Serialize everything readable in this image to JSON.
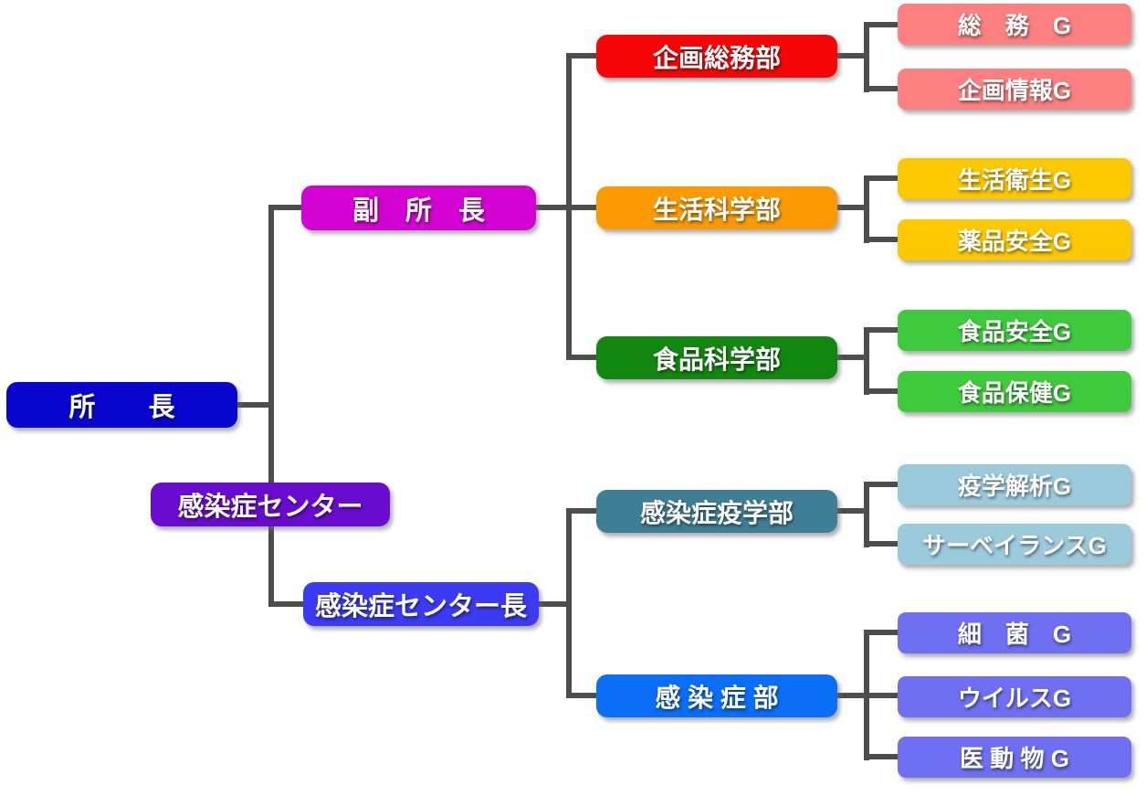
{
  "org_chart": {
    "background_color": "#FFFFFF",
    "connector_color": "#4D4D4D",
    "text_color": "#FFFFFF",
    "nodes": {
      "director": {
        "label": "所　　長",
        "color": "#0806CE"
      },
      "deputy_director": {
        "label": "副　所　長",
        "color": "#D203D2"
      },
      "infectious_disease_center": {
        "label": "感染症センター",
        "color": "#6A0BD0"
      },
      "infectious_disease_center_head": {
        "label": "感染症センター長",
        "color": "#3A3BF2"
      },
      "dept_planning_general_affairs": {
        "label": "企画総務部",
        "color": "#F60606"
      },
      "dept_life_science": {
        "label": "生活科学部",
        "color": "#FB9A02"
      },
      "dept_food_science": {
        "label": "食品科学部",
        "color": "#12870F"
      },
      "dept_infectious_disease_epidemiology": {
        "label": "感染症疫学部",
        "color": "#3E7F96"
      },
      "dept_infectious_disease": {
        "label": "感 染 症 部",
        "color": "#0A6EF6"
      },
      "group_general_affairs": {
        "label": "総　務　G",
        "color": "#FC8080"
      },
      "group_planning_information": {
        "label": "企画情報G",
        "color": "#FC8080"
      },
      "group_living_hygiene": {
        "label": "生活衛生G",
        "color": "#FCC800"
      },
      "group_drug_safety": {
        "label": "薬品安全G",
        "color": "#FCC800"
      },
      "group_food_safety": {
        "label": "食品安全G",
        "color": "#3FC93C"
      },
      "group_food_health": {
        "label": "食品保健G",
        "color": "#3FC93C"
      },
      "group_epidemiological_analysis": {
        "label": "疫学解析G",
        "color": "#9CCADD"
      },
      "group_surveillance": {
        "label": "サーベイランスG",
        "color": "#9CCADD"
      },
      "group_bacteriology": {
        "label": "細　菌　G",
        "color": "#6F6FF2"
      },
      "group_virology": {
        "label": "ウイルスG",
        "color": "#6F6FF2"
      },
      "group_medical_zoology": {
        "label": "医 動 物 G",
        "color": "#6F6FF2"
      }
    },
    "hierarchy": {
      "director": {
        "deputy_director": {
          "dept_planning_general_affairs": [
            "group_general_affairs",
            "group_planning_information"
          ],
          "dept_life_science": [
            "group_living_hygiene",
            "group_drug_safety"
          ],
          "dept_food_science": [
            "group_food_safety",
            "group_food_health"
          ]
        },
        "infectious_disease_center": {},
        "infectious_disease_center_head": {
          "dept_infectious_disease_epidemiology": [
            "group_epidemiological_analysis",
            "group_surveillance"
          ],
          "dept_infectious_disease": [
            "group_bacteriology",
            "group_virology",
            "group_medical_zoology"
          ]
        }
      }
    }
  }
}
